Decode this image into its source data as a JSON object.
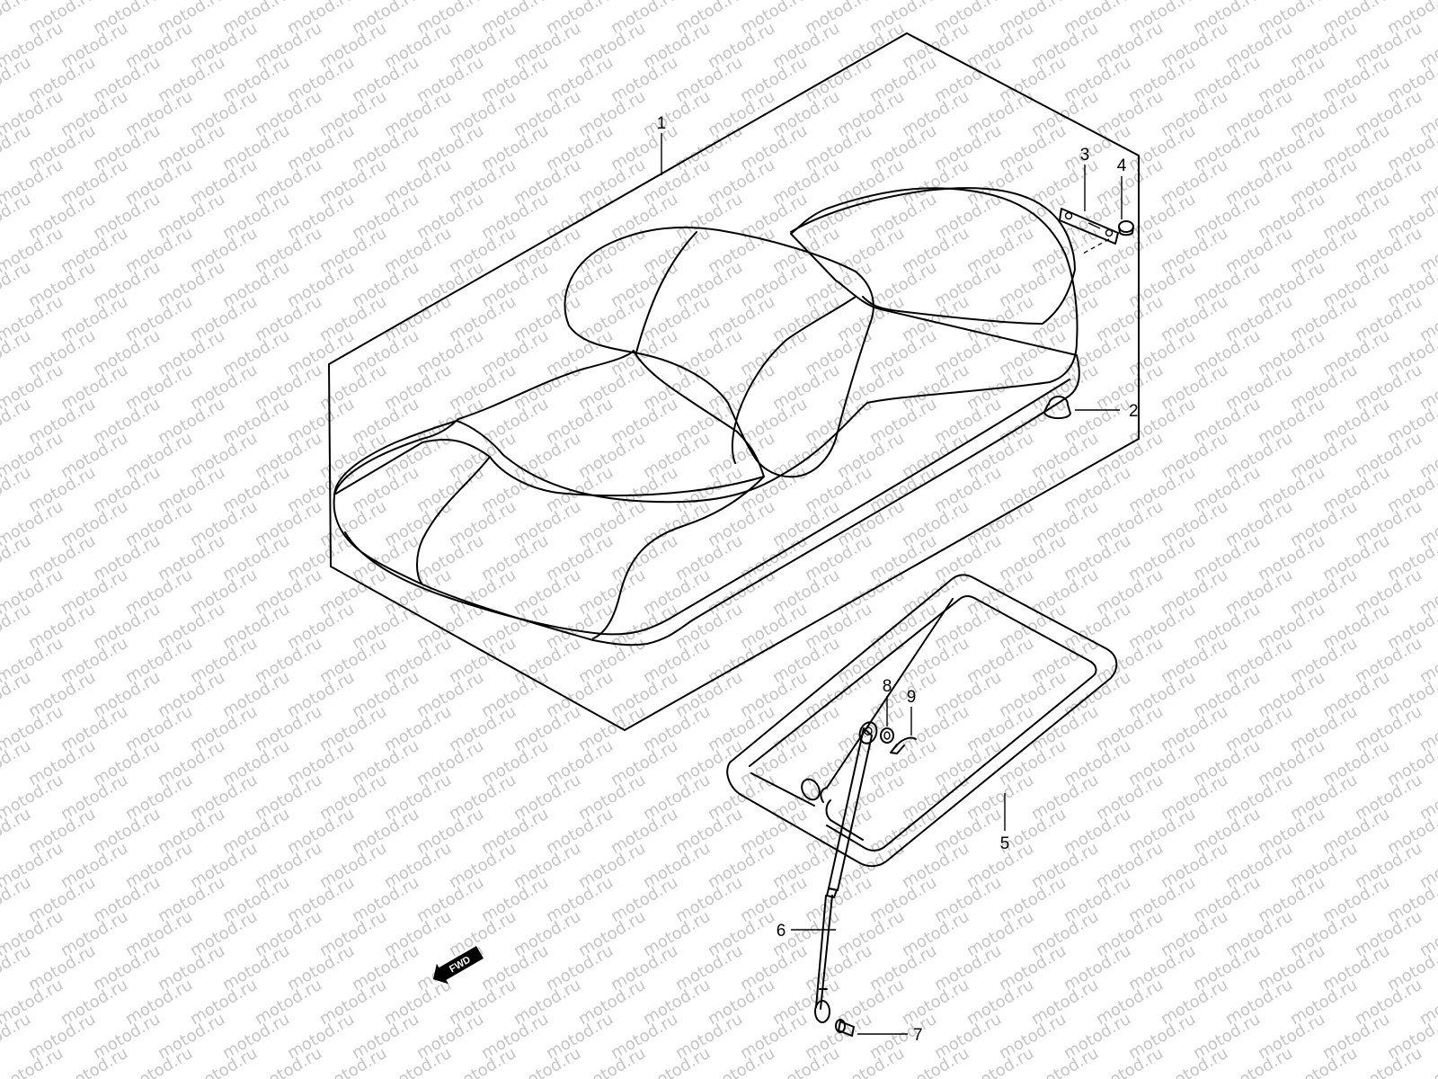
{
  "watermark": "motod.ru",
  "direction_marker": "FWD",
  "callouts": {
    "c1": "1",
    "c2": "2",
    "c3": "3",
    "c4": "4",
    "c5": "5",
    "c6": "6",
    "c7": "7",
    "c8": "8",
    "c9": "9"
  }
}
